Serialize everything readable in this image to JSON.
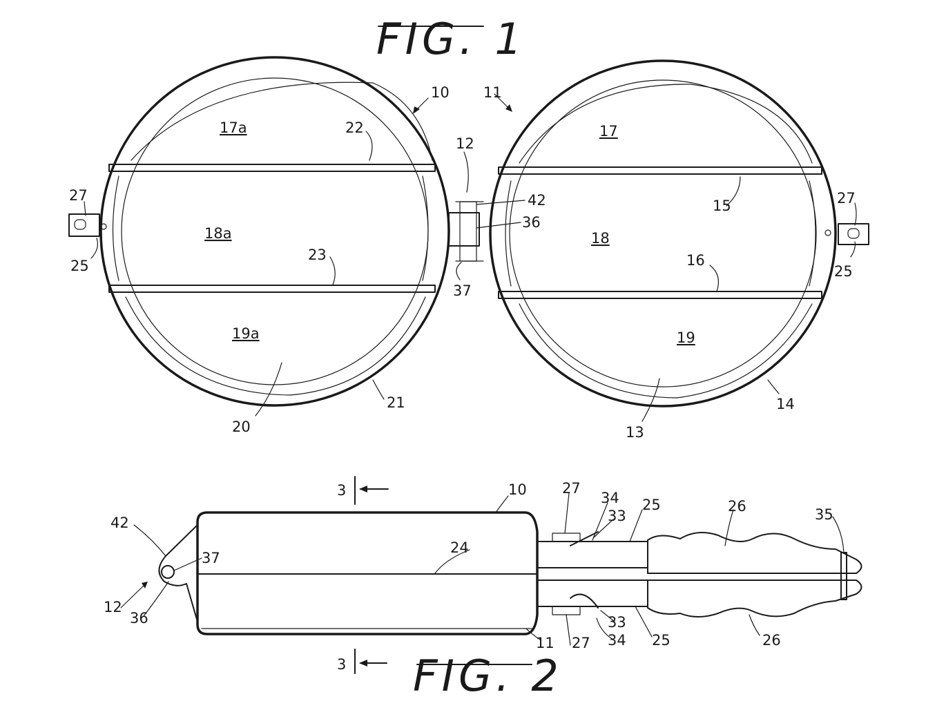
{
  "figures": {
    "fig1_title": "FIG. 1",
    "fig2_title": "FIG. 2"
  },
  "fig1_labels": {
    "l10": "10",
    "l11": "11",
    "l12": "12",
    "l17a": "17a",
    "l18a": "18a",
    "l19a": "19a",
    "l17": "17",
    "l18": "18",
    "l19": "19",
    "l22": "22",
    "l23": "23",
    "l20": "20",
    "l21": "21",
    "l27a": "27",
    "l25a": "25",
    "l27b": "27",
    "l25b": "25",
    "l42": "42",
    "l36": "36",
    "l37": "37",
    "l15": "15",
    "l16": "16",
    "l13": "13",
    "l14": "14"
  },
  "fig2_labels": {
    "sec_top": "3",
    "sec_bot": "3",
    "l10": "10",
    "l24": "24",
    "l42": "42",
    "l37": "37",
    "l12": "12",
    "l36": "36",
    "l11": "11",
    "l27t": "27",
    "l34t": "34",
    "l33t": "33",
    "l25t": "25",
    "l26t": "26",
    "l35": "35",
    "l27b": "27",
    "l34b": "34",
    "l33b": "33",
    "l25b": "25",
    "l26b": "26"
  }
}
